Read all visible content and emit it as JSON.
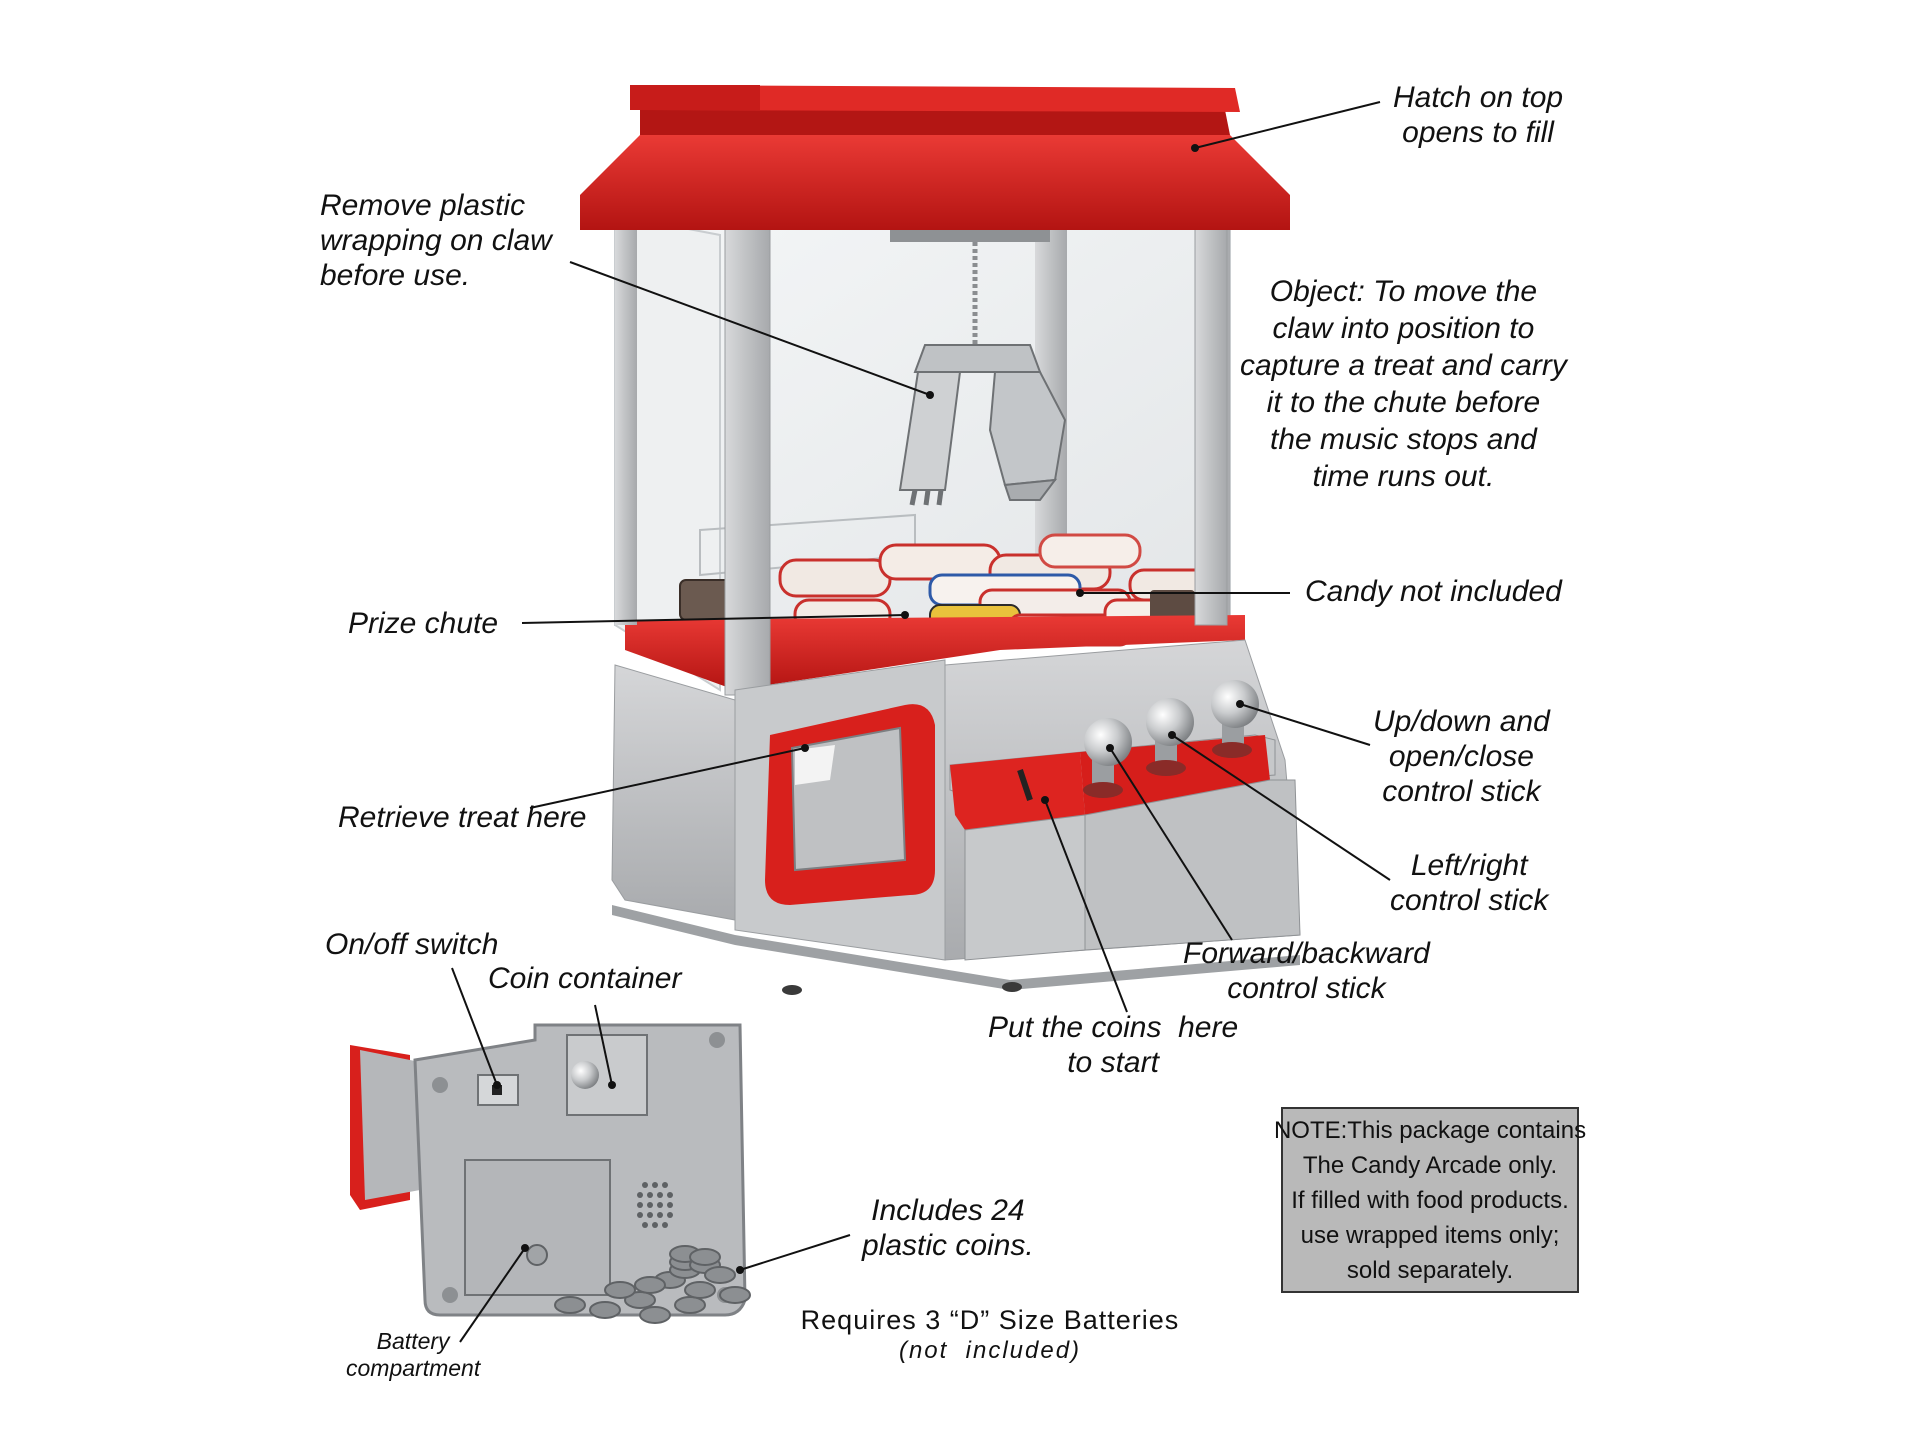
{
  "labels": {
    "hatch": "Hatch on top\nopens to fill",
    "claw": "Remove plastic\nwrapping on claw\nbefore use.",
    "object": "Object: To move the\nclaw into position to\ncapture a treat and carry\nit to the chute before\nthe music stops and\ntime runs out.",
    "candy": "Candy not included",
    "chute": "Prize chute",
    "updown": "Up/down and\nopen/close\ncontrol stick",
    "retrieve": "Retrieve treat here",
    "leftright": "Left/right\ncontrol stick",
    "onoff": "On/off switch",
    "coin_container": "Coin container",
    "forward": "Forward/backward\ncontrol stick",
    "coins_start": "Put the coins  here\nto start",
    "includes": "Includes 24\nplastic coins.",
    "battery": "Battery\ncompartment"
  },
  "note": "NOTE:This package contains\nThe Candy Arcade only.\nIf filled with food products.\nuse wrapped items only;\nsold separately.",
  "batteries": {
    "main": "Requires 3 “D” Size Batteries",
    "sub": "(not  included)"
  },
  "colors": {
    "machine_red": "#d9201e",
    "machine_silver": "#c4c6c8",
    "note_box": "#b9b9b9"
  }
}
